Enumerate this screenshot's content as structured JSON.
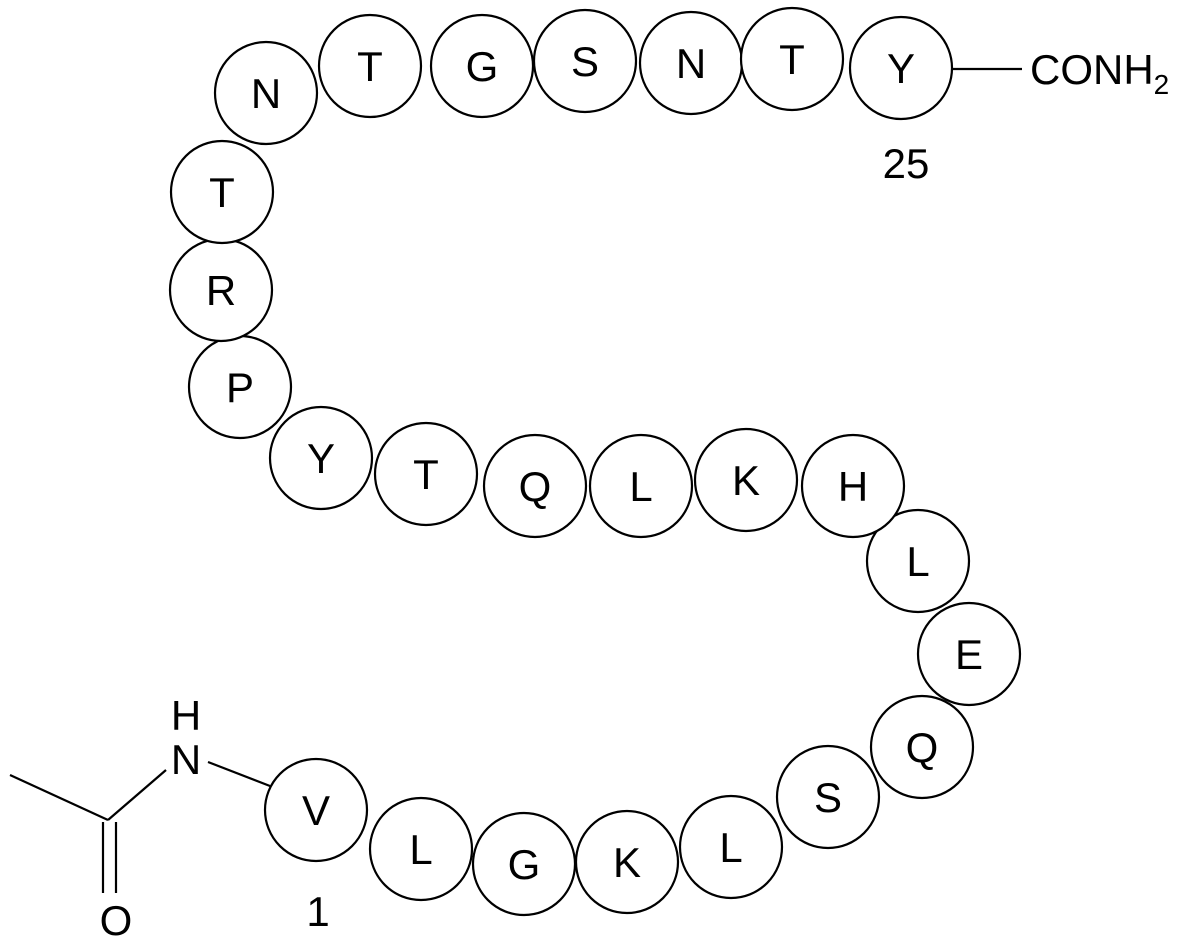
{
  "peptide": {
    "residues": [
      "V",
      "L",
      "G",
      "K",
      "L",
      "S",
      "Q",
      "E",
      "L",
      "H",
      "K",
      "L",
      "Q",
      "T",
      "Y",
      "P",
      "R",
      "T",
      "N",
      "T",
      "G",
      "S",
      "N",
      "T",
      "Y"
    ],
    "first_number": "1",
    "last_number": "25"
  },
  "c_terminus": {
    "group": "CONH",
    "subscript": "2"
  },
  "n_terminus": {
    "n_label": "N",
    "h_label": "H",
    "o_label": "O"
  },
  "colors": {
    "stroke": "#000000",
    "fill": "#ffffff"
  }
}
